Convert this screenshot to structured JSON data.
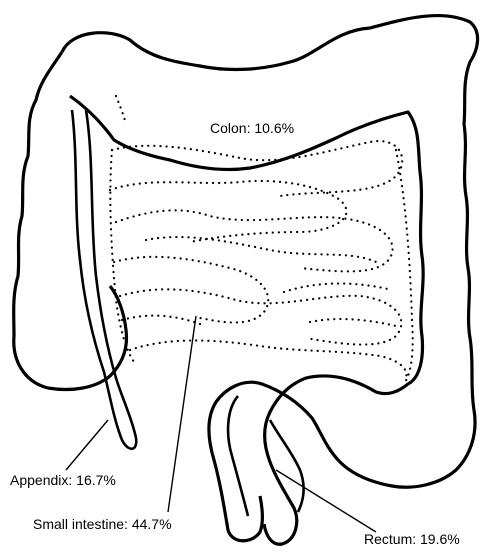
{
  "colors": {
    "ink": "#000000",
    "background": "#ffffff"
  },
  "labels": {
    "colon": "Colon: 10.6%",
    "appendix": "Appendix: 16.7%",
    "small_intestine": "Small intestine: 44.7%",
    "rectum": "Rectum: 19.6%"
  }
}
